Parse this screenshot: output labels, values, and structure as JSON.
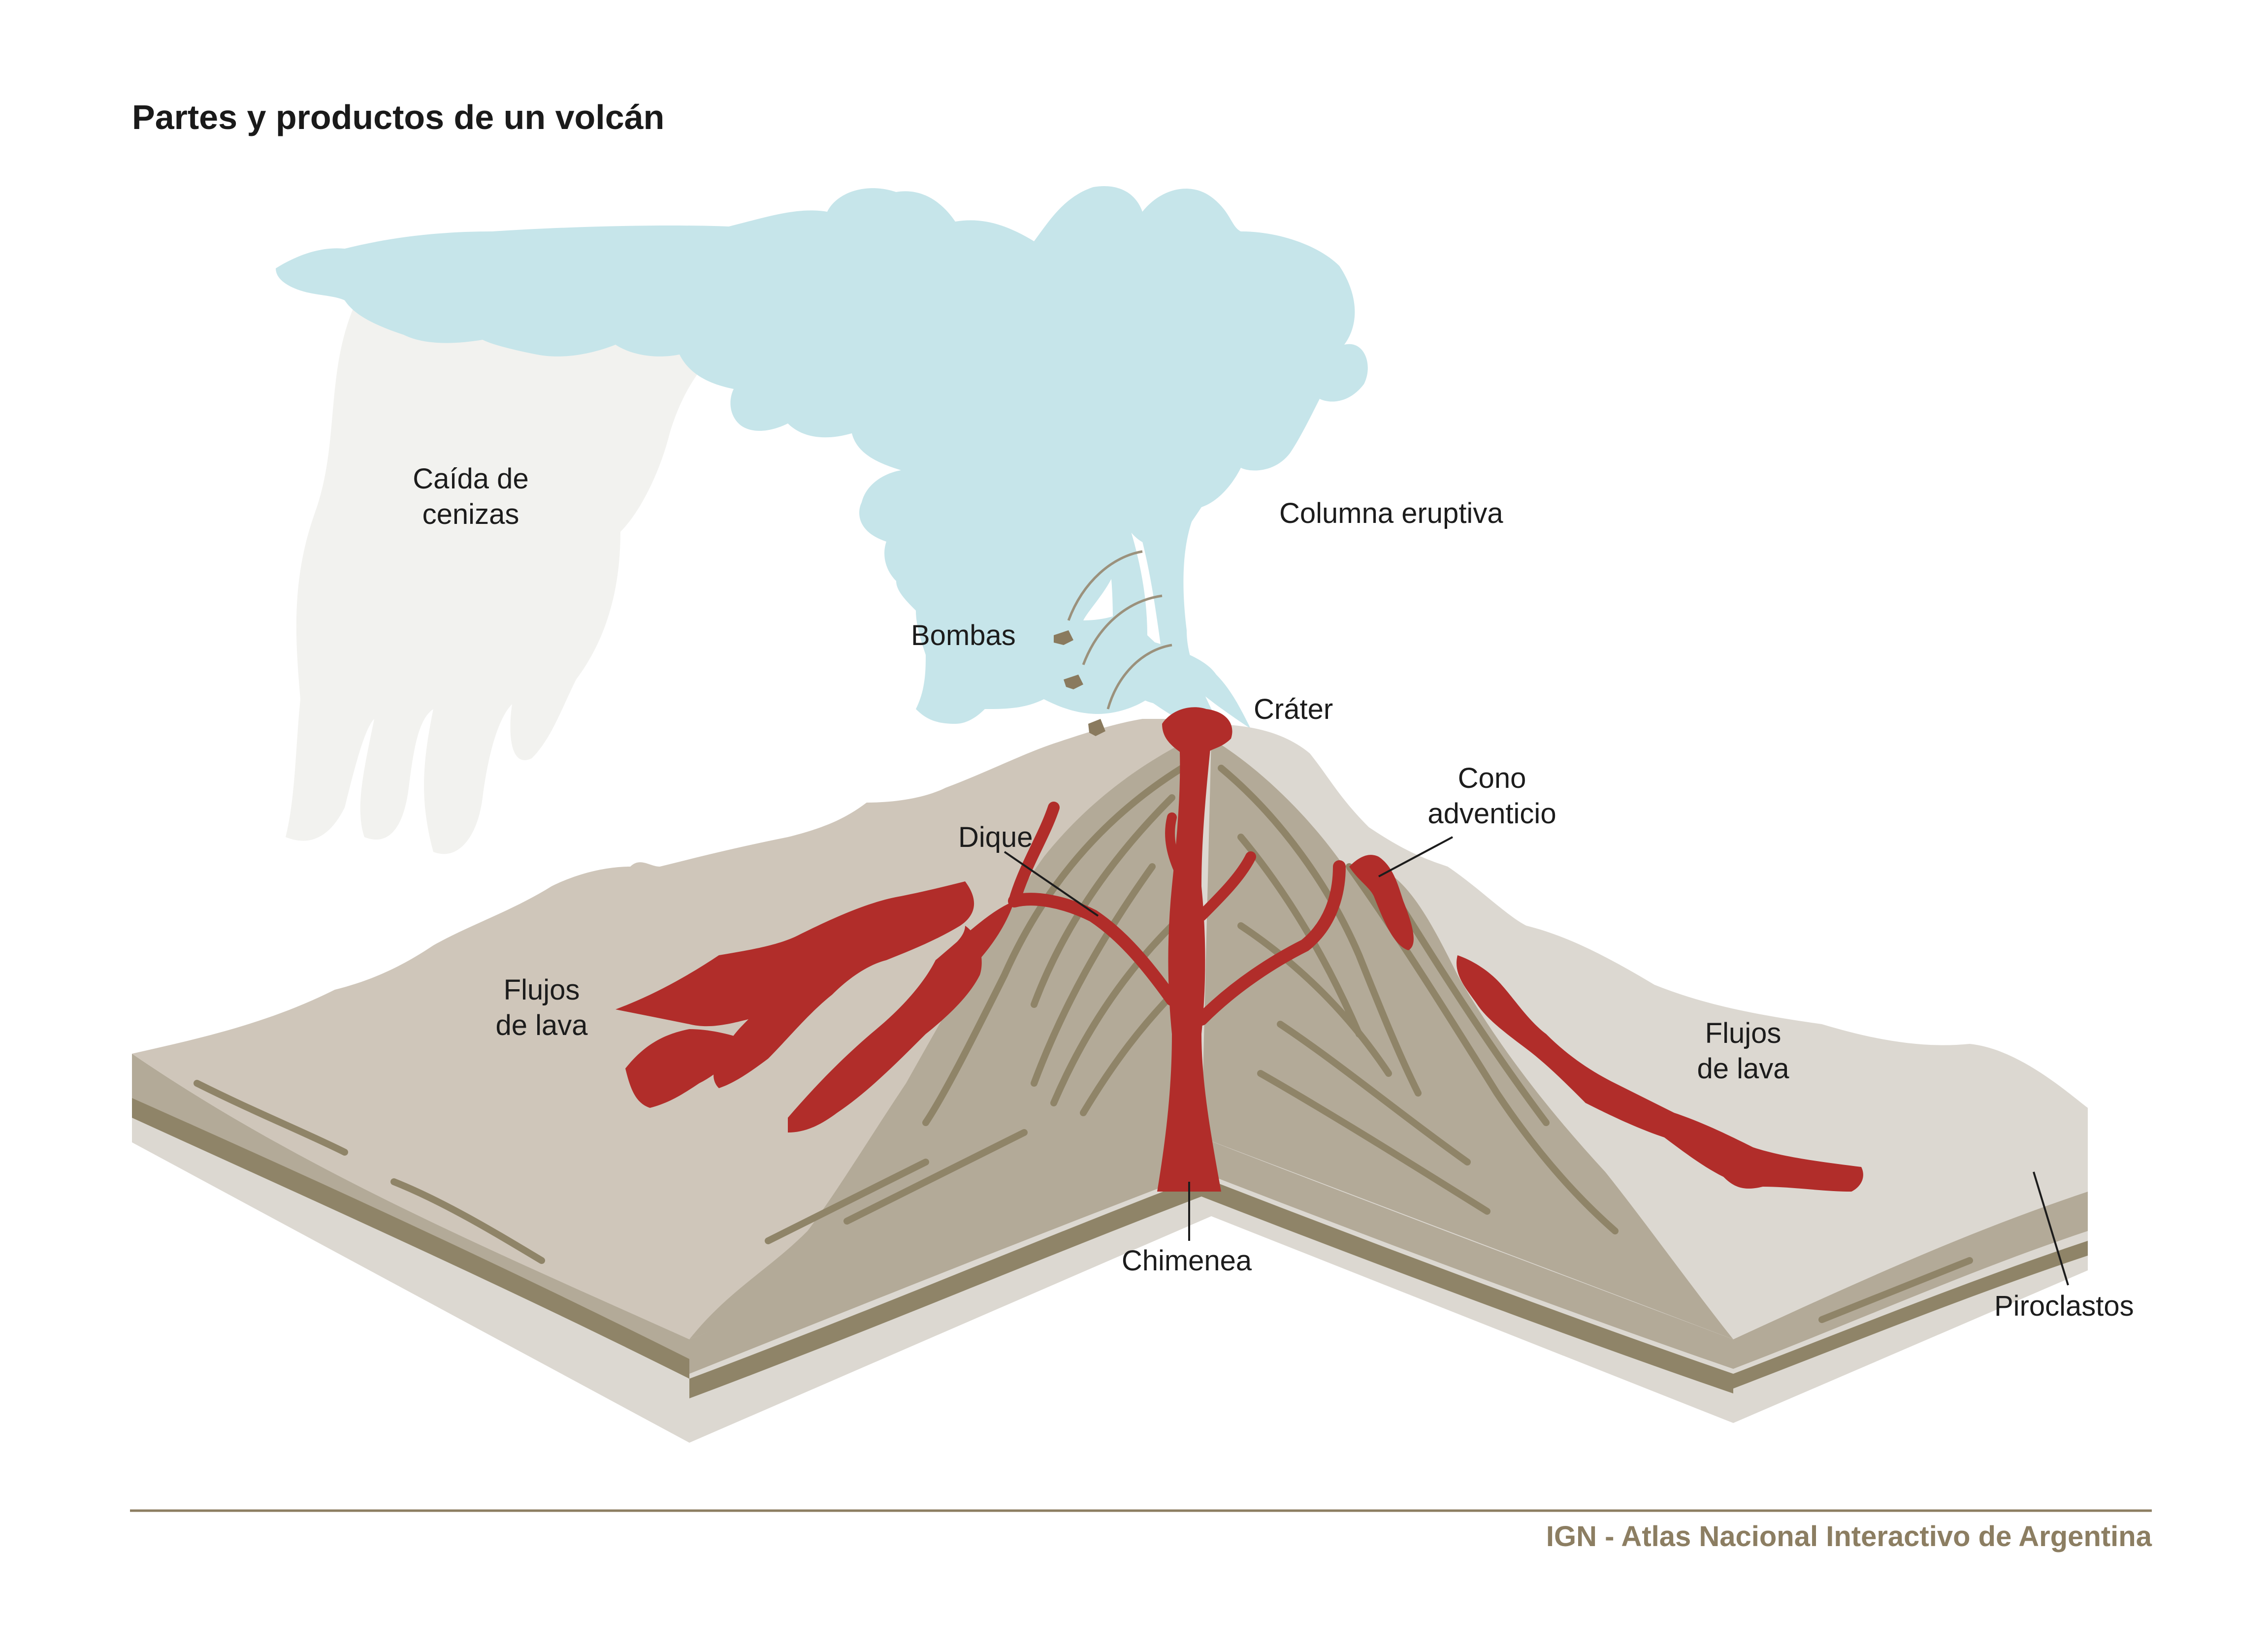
{
  "title": "Partes y productos de un volcán",
  "credit": "IGN - Atlas Nacional Interactivo de Argentina",
  "labels": {
    "ash_fall": [
      "Caída de",
      "cenizas"
    ],
    "eruptive_column": "Columna eruptiva",
    "bombs": "Bombas",
    "crater": "Cráter",
    "adventitious_cone": [
      "Cono",
      "adventicio"
    ],
    "dike": "Dique",
    "lava_flows_left": [
      "Flujos",
      "de lava"
    ],
    "lava_flows_right": [
      "Flujos",
      "de lava"
    ],
    "conduit": "Chimenea",
    "pyroclasts": "Piroclastos"
  },
  "colors": {
    "plume": "#c6e5ea",
    "ash": "#f2f2ef",
    "ground_top": "#cfc6ba",
    "ground_light": "#dcd8d1",
    "cone": "#b3aa98",
    "layer_dark": "#8f8468",
    "magma": "#b12d2a",
    "bombs": "#8a7a5e",
    "rule": "#8c7e62"
  }
}
